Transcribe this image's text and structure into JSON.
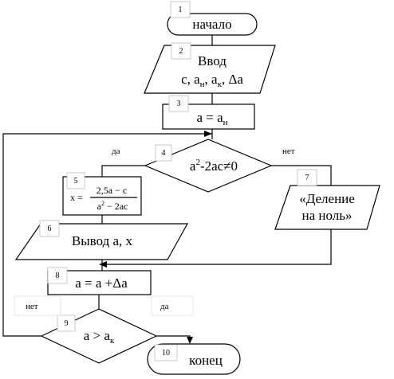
{
  "blocks": {
    "b1": {
      "num": "1",
      "text": "начало"
    },
    "b2": {
      "num": "2",
      "line1": "Ввод",
      "line2_a": "c, a",
      "line2_b": "н",
      "line2_c": ", a",
      "line2_d": "к",
      "line2_e": ", Δa"
    },
    "b3": {
      "num": "3",
      "text_a": "a = a",
      "text_b": "н"
    },
    "b4": {
      "num": "4",
      "cond_a": "a",
      "cond_b": "2",
      "cond_c": "-2ac≠0",
      "yes": "да",
      "no": "нет"
    },
    "b5": {
      "num": "5",
      "lhs": "x =",
      "numerator": "2,5a − c",
      "den_a": "a",
      "den_b": "2",
      "den_c": " − 2ac"
    },
    "b6": {
      "num": "6",
      "text": "Вывод a, x"
    },
    "b7": {
      "num": "7",
      "line1": "«Деление",
      "line2": "на ноль»"
    },
    "b8": {
      "num": "8",
      "text": "a = a +Δa"
    },
    "b9": {
      "num": "9",
      "cond_a": "a > a",
      "cond_b": "к",
      "yes": "да",
      "no": "нет"
    },
    "b10": {
      "num": "10",
      "text": "конец"
    }
  }
}
